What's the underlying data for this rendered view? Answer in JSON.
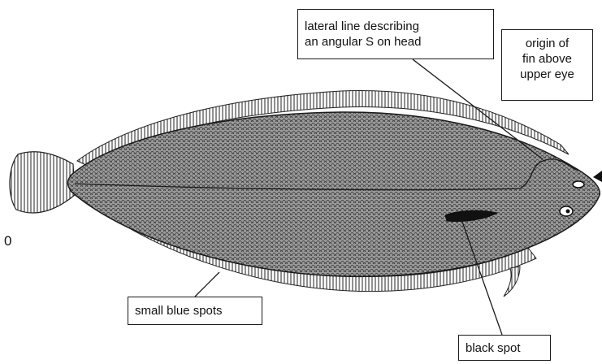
{
  "labels": {
    "lateral_line": [
      "lateral line describing",
      "an angular S on head"
    ],
    "origin_fin": [
      "origin of",
      "fin above",
      "upper eye"
    ],
    "blue_spots": "small blue spots",
    "black_spot": "black spot"
  },
  "stray_text": "0",
  "colors": {
    "ink": "#1a1a1a",
    "body_fill": "#8c8c8c",
    "background": "#ffffff"
  },
  "icons": [
    "sole-fish-illustration",
    "pectoral-fin-black-spot",
    "eye-icon"
  ]
}
